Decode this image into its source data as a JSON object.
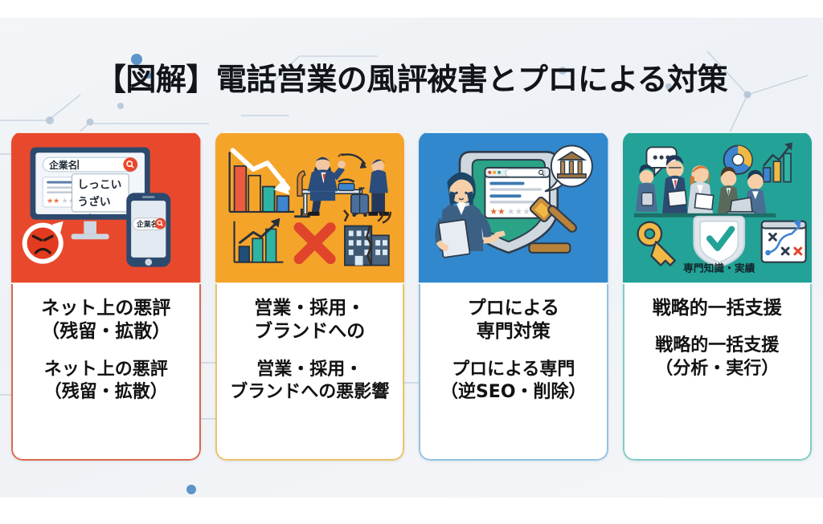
{
  "header": {
    "title": "【図解】電話営業の風評被害とプロによる対策"
  },
  "theme": {
    "page_background": "#ffffff",
    "panel_background": "#eef1f5",
    "title_color": "#111418"
  },
  "cards": [
    {
      "id": "card-negative-reviews",
      "accent": "#e8492c",
      "border": "#d9694f",
      "art_name": "search-autocomplete-bad-reputation-illustration",
      "art_texts": {
        "desktop_search_query": "企業名",
        "suggestion_1": "しっこい",
        "suggestion_2": "うざい",
        "mobile_search_query": "企業名",
        "review_stars_filled": 2,
        "review_stars_total": 5,
        "emoji": "angry-face"
      },
      "primary_label": "ネット上の悪評\n（残留・拡散）",
      "secondary_label": "ネット上の悪評\n（残留・拡散）"
    },
    {
      "id": "card-business-impact",
      "accent": "#f5a42a",
      "border": "#edc266",
      "art_name": "declining-sales-and-recruitment-impact-illustration",
      "art_texts": {
        "chart_1": "declining-bar-chart-with-down-arrow",
        "scene": "stressed-worker-on-phone-and-employee-leaving",
        "chart_2": "growth-bar-chart-blocked",
        "mark": "red-x-mark",
        "building": "cracked-office-building"
      },
      "primary_label": "営業・採用・\nブランドへの",
      "secondary_label": "営業・採用・\nブランドへの悪影響"
    },
    {
      "id": "card-professional-countermeasures",
      "accent": "#3288cc",
      "border": "#8fc2e3",
      "art_name": "professional-shield-legal-countermeasure-illustration",
      "art_texts": {
        "consultant": "business-woman-with-document",
        "shield": "green-protection-shield",
        "browser_review_stars_filled": 2,
        "browser_review_stars_total": 5,
        "gavel": "judge-gavel",
        "bubble_icon": "courthouse-icon"
      },
      "primary_label": "プロによる\n専門対策",
      "secondary_label": "プロによる専門\n（逆SEO・削除）"
    },
    {
      "id": "card-strategic-support",
      "accent": "#23a397",
      "border": "#7ecdc6",
      "art_name": "expert-team-strategic-support-illustration",
      "art_texts": {
        "team": "five-business-professionals",
        "badge_caption": "専門知識・実績",
        "key": "gold-key-icon",
        "shield": "check-shield-icon",
        "board": "strategy-board-icon",
        "charts": "donut-chart-and-growth-bars"
      },
      "primary_label": "戦略的一括支援",
      "secondary_label": "戦略的一括支援\n（分析・実行）"
    }
  ]
}
